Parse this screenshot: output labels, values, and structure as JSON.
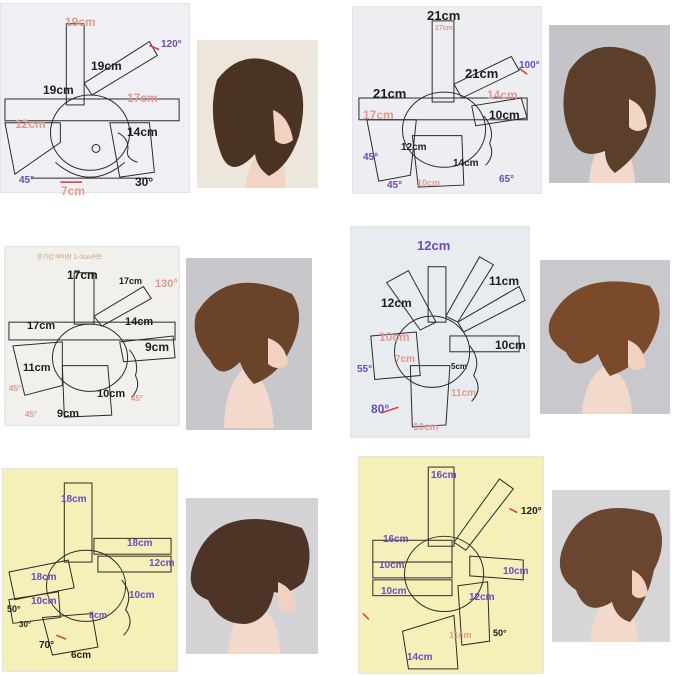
{
  "panels": [
    {
      "labels": {
        "top": "19cm",
        "long": "19cm",
        "crown": "19cm",
        "angle1": "120°",
        "left": "12cm",
        "right": "17cm",
        "nape_side": "14cm",
        "bottom_left": "45°",
        "bottom_center": "7cm",
        "bottom_right": "30°"
      }
    },
    {
      "labels": {
        "top": "21cm",
        "top_small": "17cm",
        "long": "21cm",
        "left": "21cm",
        "left2": "17cm",
        "angle1": "100°",
        "right": "14cm",
        "side": "10cm",
        "mid": "12cm",
        "nape": "14cm",
        "angle2": "45°",
        "angle3": "45°",
        "bottom": "10cm",
        "angle4": "65°"
      }
    },
    {
      "labels": {
        "note": "윤기감 바이장 1~3cm커트",
        "top": "17cm",
        "top_small": "17cm",
        "angle1": "130°",
        "left": "17cm",
        "right": "14cm",
        "side": "9cm",
        "nape_side": "11cm",
        "mid": "10cm",
        "bottom": "9cm",
        "angle2": "45°",
        "angle3": "45°",
        "angle4": "45°"
      }
    },
    {
      "labels": {
        "top": "12cm",
        "right_top": "11cm",
        "left": "12cm",
        "mid": "10cm",
        "mid2": "7cm",
        "right": "10cm",
        "angle1": "55°",
        "small": "5cm",
        "angle2": "80°",
        "nape": "11cm",
        "bottom": "10cm"
      }
    },
    {
      "labels": {
        "top": "18cm",
        "right_top": "18cm",
        "right": "12cm",
        "left": "18cm",
        "mid": "10cm",
        "mid2": "10cm",
        "angle1": "50°",
        "angle2": "30°",
        "small": "8cm",
        "angle3": "70°",
        "bottom": "6cm"
      }
    },
    {
      "labels": {
        "top": "16cm",
        "angle1": "120°",
        "left": "16cm",
        "left2": "10cm",
        "left3": "10cm",
        "right": "10cm",
        "nape": "12cm",
        "small": "11cm",
        "angle2": "50°",
        "bottom": "14cm"
      }
    }
  ],
  "colors": {
    "diagram_bg_1": "#f0eff3",
    "diagram_bg_2": "#edeef2",
    "diagram_bg_3": "#f1f0ec",
    "diagram_bg_4": "#e8ebf0",
    "diagram_bg_5": "#f5f0b8",
    "diagram_bg_6": "#f5f0b8",
    "hair": "#5a3a24",
    "label_purple": "#6b4bb8",
    "label_pink": "#e29a8e"
  }
}
